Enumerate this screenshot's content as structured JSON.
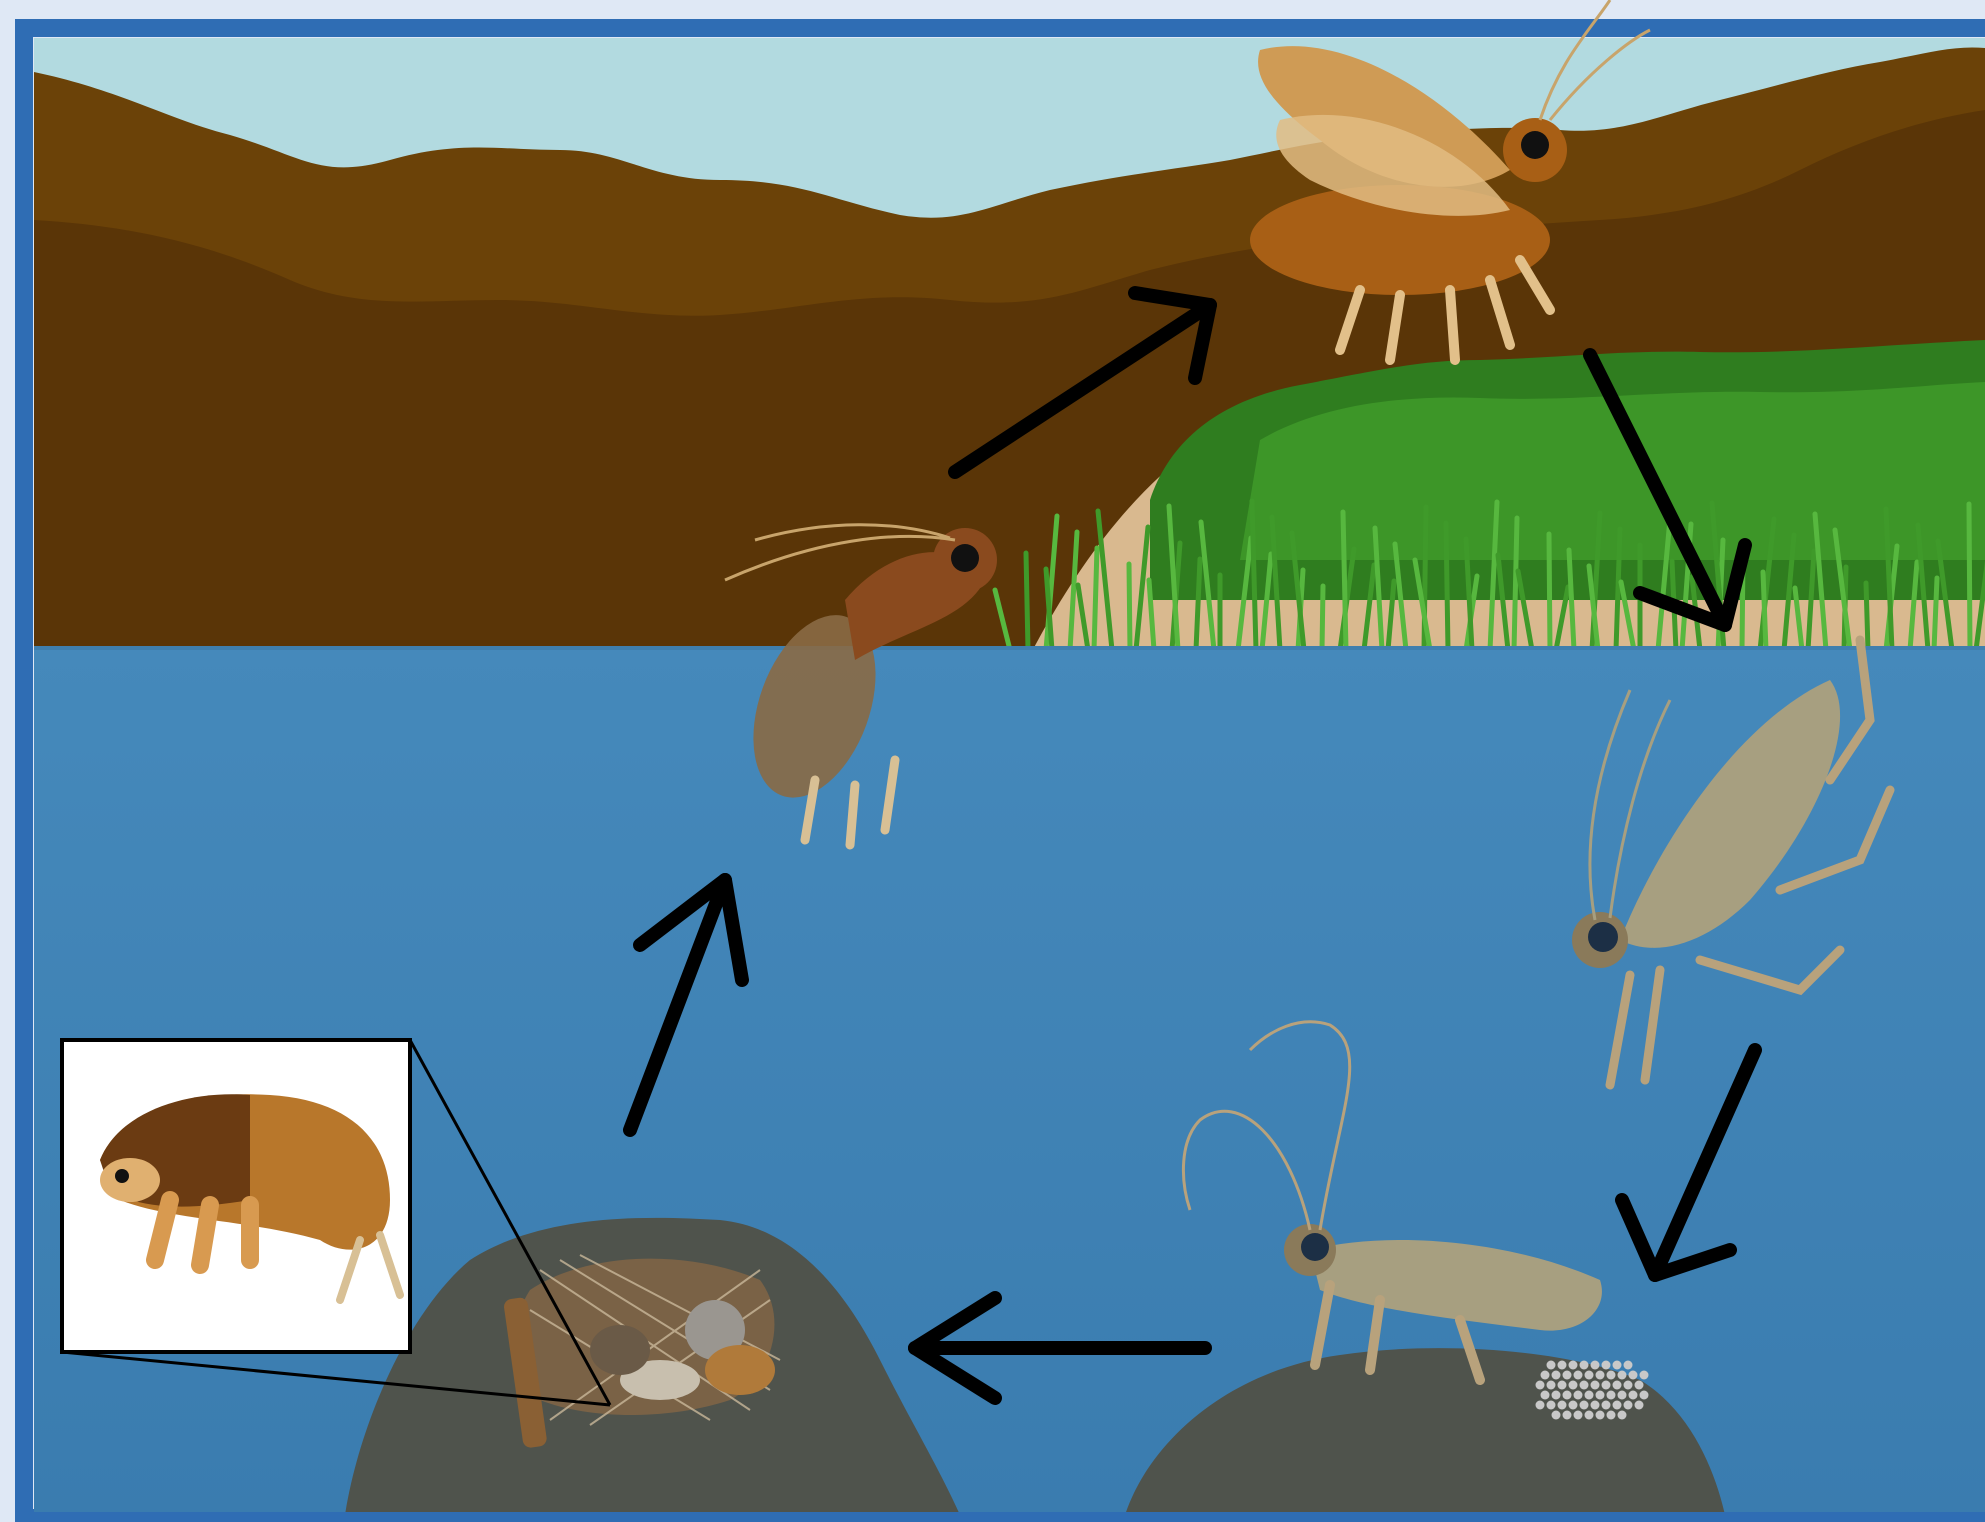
{
  "diagram": {
    "type": "life-cycle",
    "colors": {
      "background": "#dfe8f5",
      "frame": "#2f6db4",
      "sky": "#b2dae0",
      "hill_far": "#6b4208",
      "hill_near": "#5a3507",
      "water": "#4286b8",
      "water_deep": "#3b7eb0",
      "rock": "#4f534c",
      "grass": "#3f9a2a",
      "grass_dark": "#2f7d1f",
      "bank_sand": "#d9b98f",
      "adult_wing": "#cf9b55",
      "adult_body": "#a85f15",
      "pupa_body": "#8a6a45",
      "submerged_adult": "#a79f80",
      "larva_body": "#b8772b",
      "larva_dark": "#6b3b12",
      "arrow": "#000000"
    },
    "stages": [
      {
        "name": "flying-adult",
        "icon": "caddisfly-flying-icon"
      },
      {
        "name": "adult-entering-water",
        "icon": "caddisfly-diving-icon"
      },
      {
        "name": "adult-laying-eggs",
        "icon": "caddisfly-egg-laying-icon"
      },
      {
        "name": "larval-case",
        "icon": "larva-case-icon"
      },
      {
        "name": "pupa-emerging",
        "icon": "pupa-emerging-icon"
      }
    ],
    "inset": {
      "subject": "larva",
      "icon": "larva-icon"
    },
    "arrows": [
      {
        "from": "larval-case",
        "to": "pupa-emerging"
      },
      {
        "from": "pupa-emerging",
        "to": "flying-adult"
      },
      {
        "from": "flying-adult",
        "to": "adult-entering-water"
      },
      {
        "from": "adult-entering-water",
        "to": "adult-laying-eggs"
      },
      {
        "from": "adult-laying-eggs",
        "to": "larval-case"
      }
    ]
  }
}
